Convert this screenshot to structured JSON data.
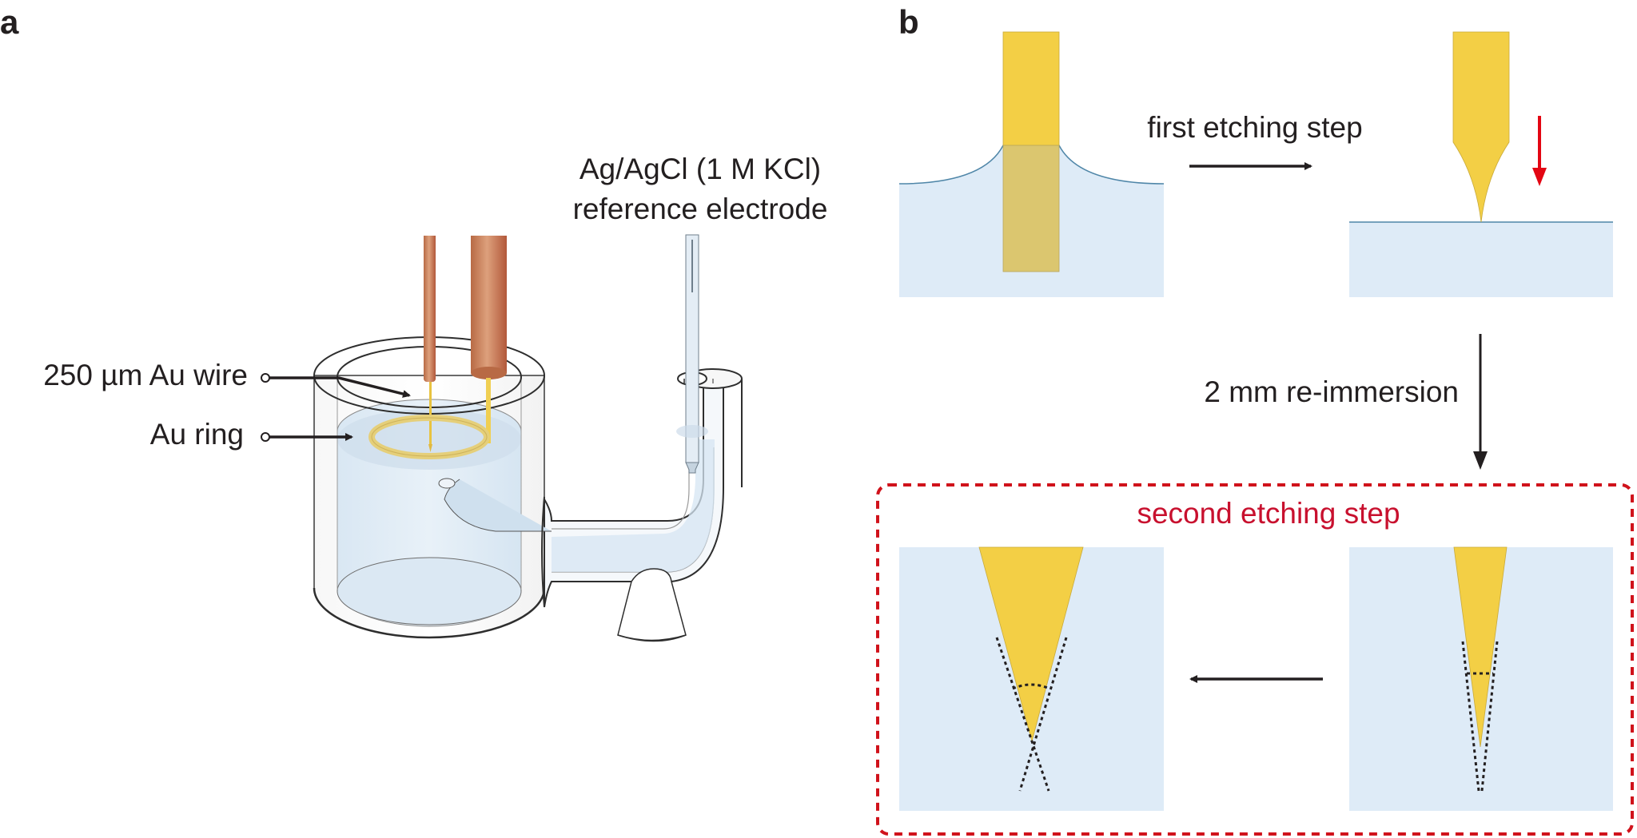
{
  "figure": {
    "panel_a": {
      "label": "a",
      "callouts": [
        {
          "text": "250 µm Au wire",
          "target": "working electrode gold wire"
        },
        {
          "text": "Au ring",
          "target": "gold ring counter electrode"
        }
      ],
      "reference_label_line1": "Ag/AgCl (1 M KCl)",
      "reference_label_line2": "reference electrode"
    },
    "panel_b": {
      "label": "b",
      "step1_label": "first etching step",
      "reimmersion_label": "2 mm re-immersion",
      "step2_label": "second etching step"
    },
    "colors": {
      "gold": "#f3cf45",
      "gold_immersed": "#dbc66f",
      "electrolyte": "#deebf7",
      "meniscus_line": "#4f86a8",
      "copper_dark": "#b5623e",
      "copper_light": "#dda07c",
      "glass_outline": "#3a3a3a",
      "red_accent": "#e30613",
      "dashed_box": "#d0121b",
      "text": "#231f20"
    }
  }
}
